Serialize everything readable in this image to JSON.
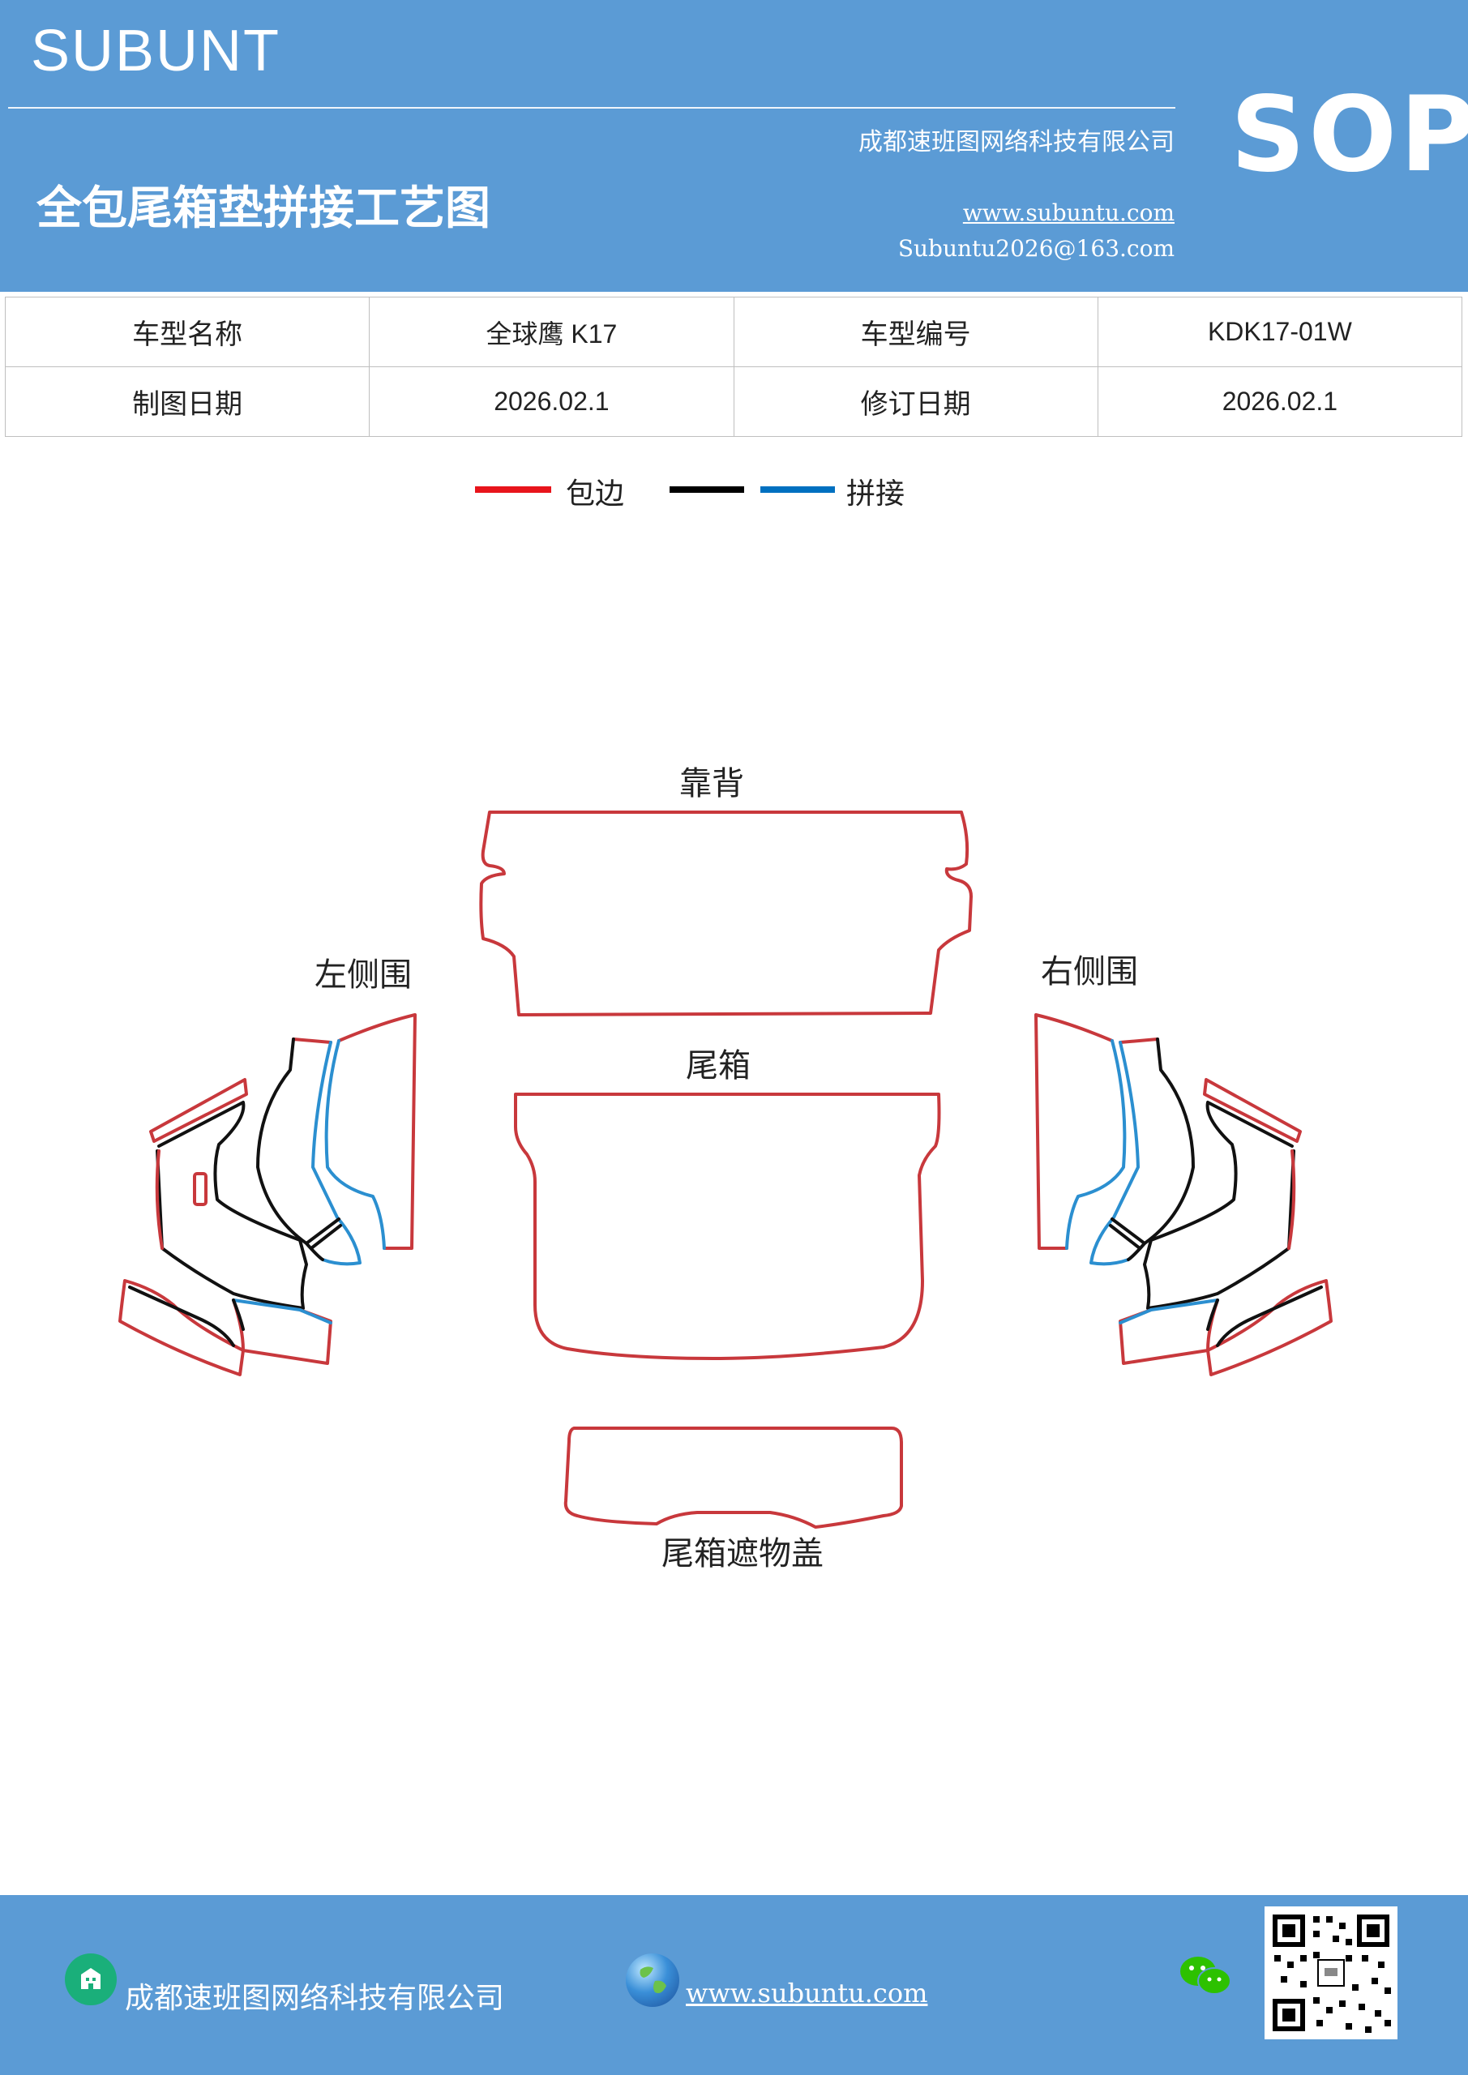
{
  "header": {
    "brand": "SUBUNT",
    "company": "成都速班图网络科技有限公司",
    "title": "全包尾箱垫拼接工艺图",
    "website": "www.subuntu.com",
    "email": "Subuntu2026@163.com",
    "badge": "SOP",
    "bg_color": "#5b9bd5"
  },
  "info_table": {
    "rows": [
      {
        "label1": "车型名称",
        "value1": "全球鹰 K17",
        "label2": "车型编号",
        "value2": "KDK17-01W"
      },
      {
        "label1": "制图日期",
        "value1": "2026.02.1",
        "label2": "修订日期",
        "value2": "2026.02.1"
      }
    ]
  },
  "legend": {
    "items": [
      {
        "label": "包边",
        "color": "#e8141b"
      },
      {
        "label": "",
        "color": "#000000"
      },
      {
        "label": "拼接",
        "color": "#0070c0"
      }
    ]
  },
  "diagram": {
    "labels": {
      "backrest": "靠背",
      "left_side": "左侧围",
      "right_side": "右侧围",
      "trunk": "尾箱",
      "cover": "尾箱遮物盖"
    },
    "colors": {
      "edge": "#c8383c",
      "seam": "#111111",
      "splice": "#2b8fd0"
    }
  },
  "footer": {
    "company": "成都速班图网络科技有限公司",
    "website": "www.subuntu.com",
    "icons": [
      "building-icon",
      "globe-icon",
      "wechat-icon",
      "qr-code"
    ]
  }
}
